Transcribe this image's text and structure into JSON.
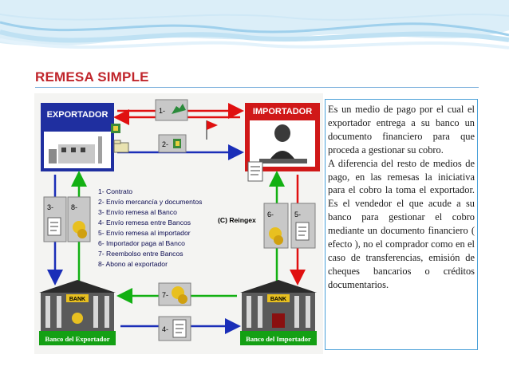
{
  "slide": {
    "title": "REMESA SIMPLE",
    "paragraphs": [
      "Es un medio de pago por el cual el exportador entrega a su banco un documento financiero para que proceda a gestionar su cobro.",
      "A diferencia del resto de medios de pago, en las remesas la iniciativa para el cobro la toma el exportador. Es el vendedor el que acude a su banco para gestionar el cobro mediante un documento financiero ( efecto ), no el comprador como en el caso de transferencias, emisión de cheques bancarios o créditos documentarios."
    ]
  },
  "diagram": {
    "exporter_label": "EXPORTADOR",
    "importer_label": "IMPORTADOR",
    "bank_exporter_label": "Banco del Exportador",
    "bank_importer_label": "Banco del Importador",
    "bank_sign": "BANK",
    "copyright": "(C) Reingex",
    "steps": [
      "1- Contrato",
      "2- Envío mercancía y documentos",
      "3- Envío remesa al Banco",
      "4- Envío remesa entre Bancos",
      "5- Envío remesa al importador",
      "6- Importador paga al Banco",
      "7- Reembolso entre Bancos",
      "8- Abono al exportador"
    ],
    "step_tags": {
      "s1": "1-",
      "s2": "2-",
      "s3": "3-",
      "s4": "4-",
      "s5": "5-",
      "s6": "6-",
      "s7": "7-",
      "s8": "8-"
    },
    "colors": {
      "exporter_panel": "#1f2fa0",
      "importer_panel": "#d01818",
      "green_bank_label": "#14a014",
      "arrow_blue": "#1a2eb8",
      "arrow_red": "#e01010",
      "arrow_green": "#12b012",
      "tag_bg": "#c8c8c8"
    }
  }
}
